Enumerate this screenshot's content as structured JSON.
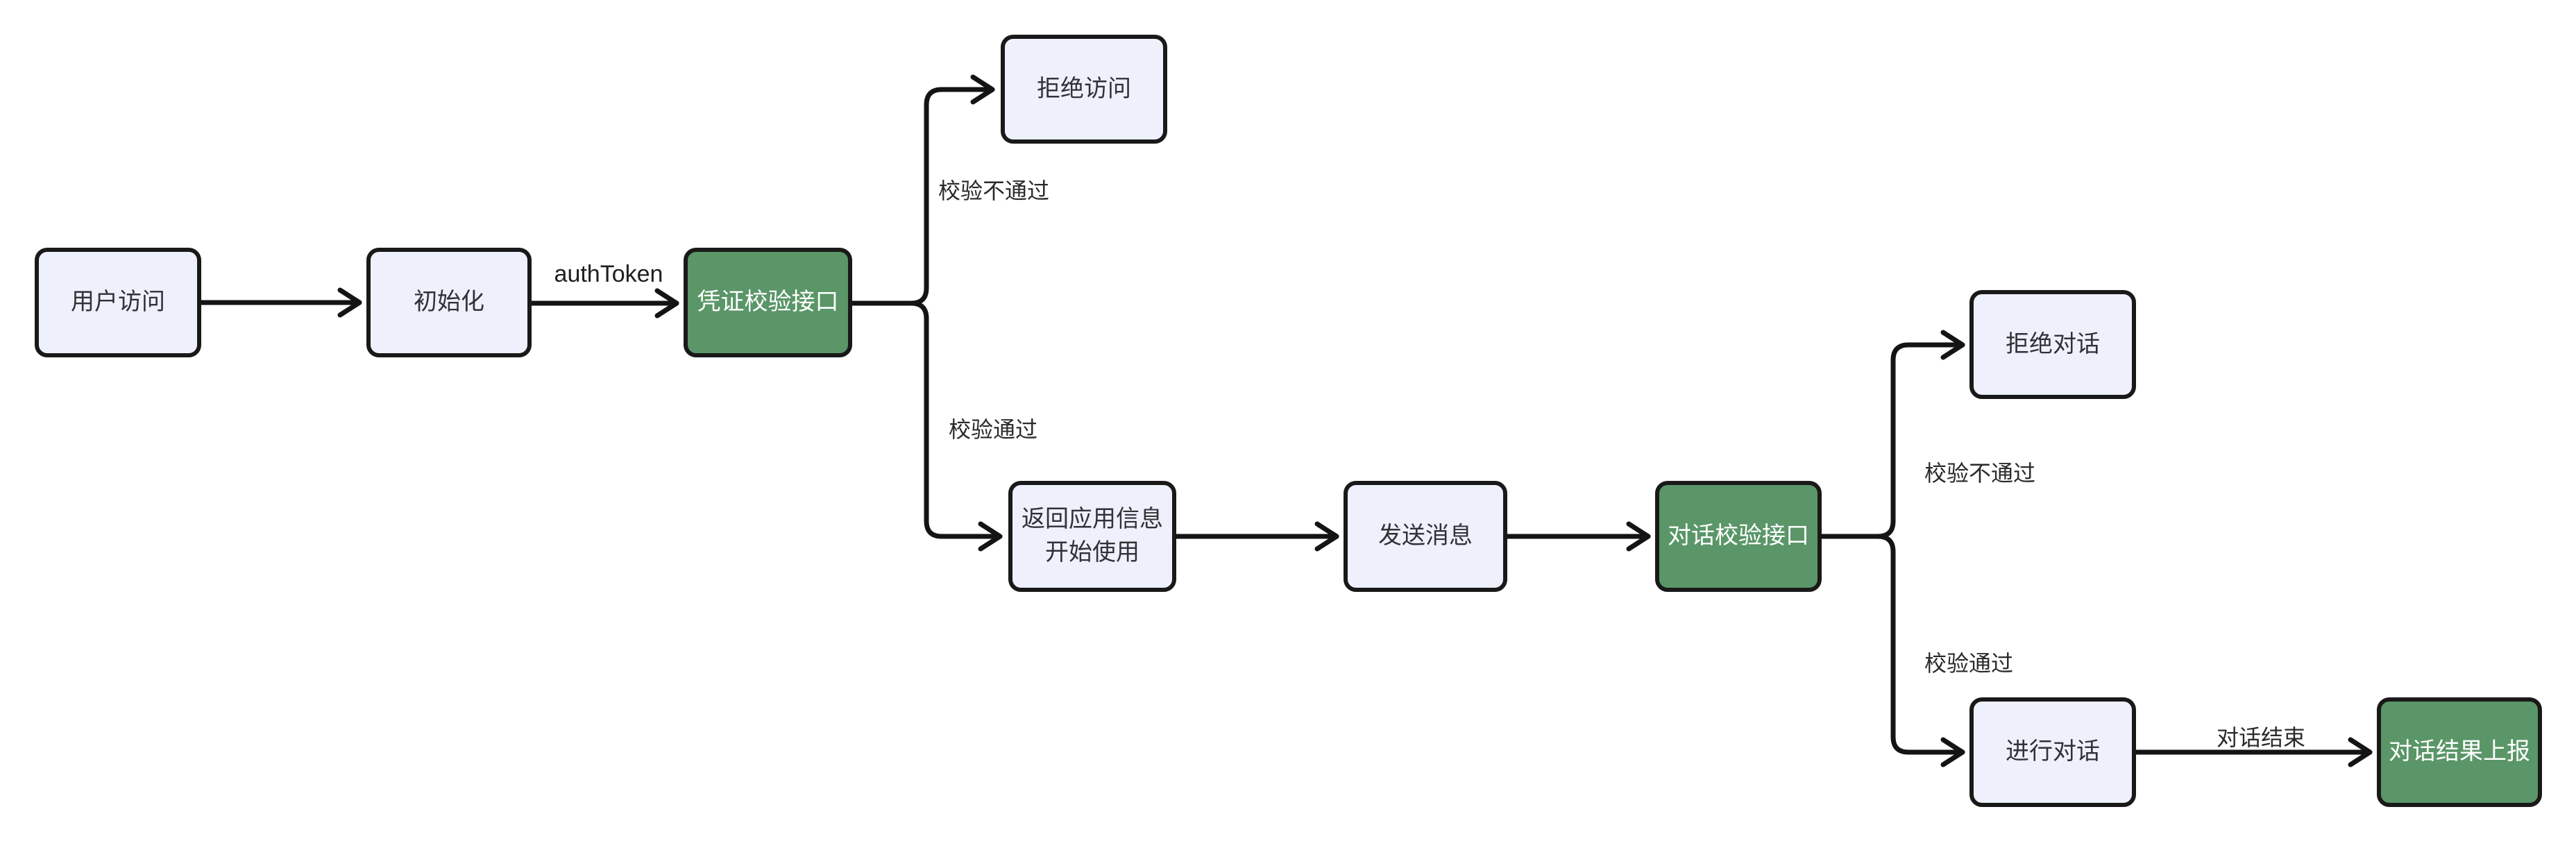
{
  "diagram": {
    "title": "auth-and-dialog-flowchart",
    "colors": {
      "background": "#ffffff",
      "node_fill": "#eef1fb",
      "node_border": "#191919",
      "node_text": "#2f3237",
      "accent_fill": "#5a9668",
      "accent_text": "#ffffff",
      "edge_stroke": "#141414",
      "edge_label_text": "#2a2a2a"
    },
    "nodes": [
      {
        "id": "user-access",
        "label": "用户访问",
        "type": "default"
      },
      {
        "id": "init",
        "label": "初始化",
        "type": "default"
      },
      {
        "id": "credential-check-api",
        "label": "凭证校验接口",
        "type": "accent"
      },
      {
        "id": "deny-access",
        "label": "拒绝访问",
        "type": "default"
      },
      {
        "id": "return-app-info",
        "label": "返回应用信息\n开始使用",
        "type": "default"
      },
      {
        "id": "send-message",
        "label": "发送消息",
        "type": "default"
      },
      {
        "id": "dialog-check-api",
        "label": "对话校验接口",
        "type": "accent"
      },
      {
        "id": "deny-dialog",
        "label": "拒绝对话",
        "type": "default"
      },
      {
        "id": "do-dialog",
        "label": "进行对话",
        "type": "default"
      },
      {
        "id": "dialog-result-report",
        "label": "对话结果上报",
        "type": "accent"
      }
    ],
    "edge_labels": {
      "auth_token": "authToken",
      "check_fail_1": "校验不通过",
      "check_pass_1": "校验通过",
      "check_fail_2": "校验不通过",
      "check_pass_2": "校验通过",
      "dialog_end": "对话结束"
    }
  }
}
